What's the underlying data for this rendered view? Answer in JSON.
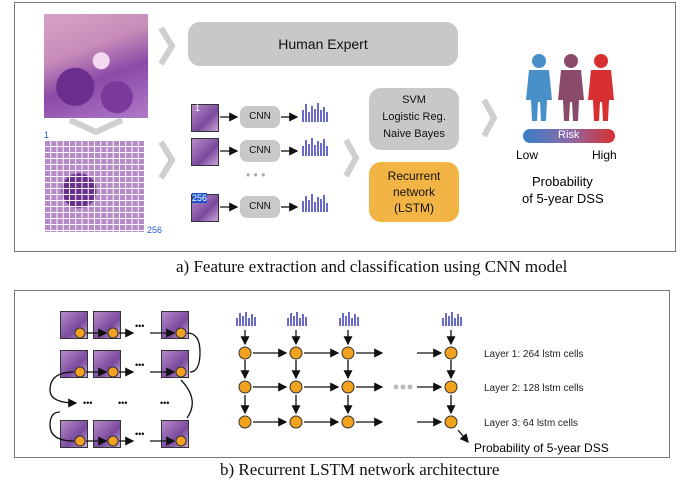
{
  "panel_a": {
    "caption": "a)  Feature extraction and classification using CNN model",
    "human_expert": "Human   Expert",
    "classifiers": [
      "SVM",
      "Logistic Reg.",
      "Naive Bayes"
    ],
    "rnn": [
      "Recurrent",
      "network",
      "(LSTM)"
    ],
    "cnn_label": "CNN",
    "tile_index_first": "1",
    "tile_index_last": "256",
    "tile_badge_first": "1",
    "tile_badge_last": "256",
    "ellipsis": "• • •",
    "risk_label": "Risk",
    "risk_low": "Low",
    "risk_high": "High",
    "prob_line1": "Probability",
    "prob_line2": "of 5-year DSS",
    "figure_colors": [
      "#4a90c8",
      "#8a4a6a",
      "#d83030"
    ]
  },
  "panel_b": {
    "caption": "b)  Recurrent LSTM network architecture",
    "layers": [
      "Layer 1: 264 lstm cells",
      "Layer 2: 128 lstm cells",
      "Layer 3: 64 lstm cells"
    ],
    "output": "Probability of 5-year DSS",
    "dots": "•••",
    "node_color": "#f2a21e"
  }
}
